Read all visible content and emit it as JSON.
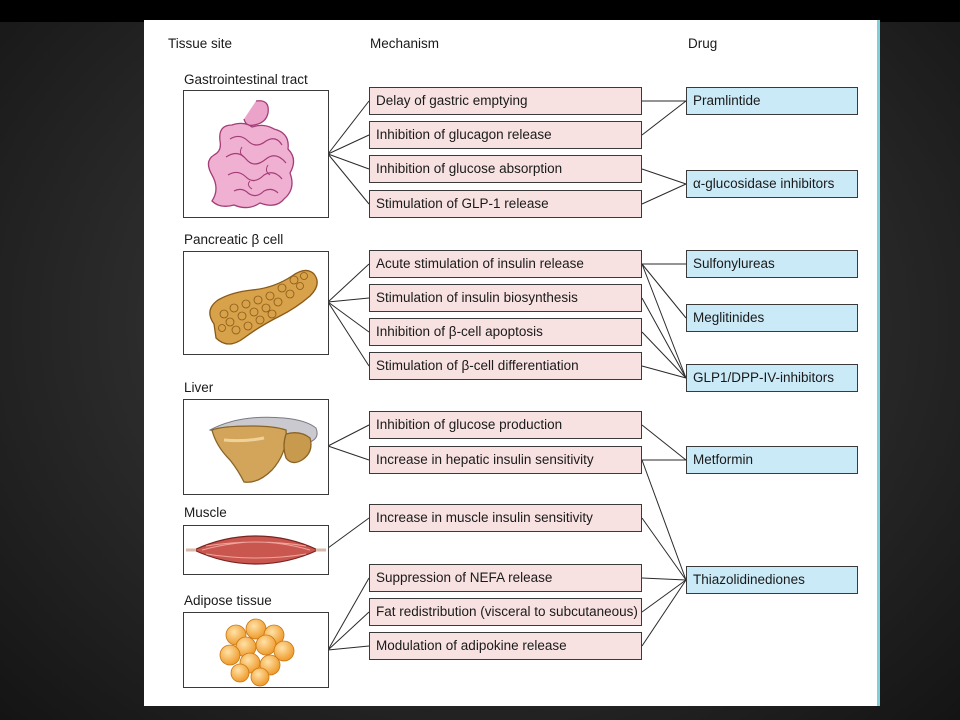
{
  "headers": {
    "tissue": "Tissue site",
    "mechanism": "Mechanism",
    "drug": "Drug"
  },
  "tissues": [
    {
      "label": "Gastrointestinal tract",
      "icon": "intestine-icon"
    },
    {
      "label": "Pancreatic β cell",
      "icon": "pancreas-icon"
    },
    {
      "label": "Liver",
      "icon": "liver-icon"
    },
    {
      "label": "Muscle",
      "icon": "muscle-icon"
    },
    {
      "label": "Adipose tissue",
      "icon": "adipose-icon"
    }
  ],
  "mechanisms": [
    "Delay of gastric emptying",
    "Inhibition of glucagon release",
    "Inhibition of glucose absorption",
    "Stimulation of GLP-1 release",
    "Acute stimulation of insulin release",
    "Stimulation of insulin biosynthesis",
    "Inhibition of β-cell apoptosis",
    "Stimulation of β-cell differentiation",
    "Inhibition of glucose production",
    "Increase in hepatic insulin sensitivity",
    "Increase in muscle insulin sensitivity",
    "Suppression of NEFA release",
    "Fat redistribution (visceral to subcutaneous)",
    "Modulation of adipokine release"
  ],
  "drugs": [
    "Pramlintide",
    "α-glucosidase inhibitors",
    "Sulfonylureas",
    "Meglitinides",
    "GLP1/DPP-IV-inhibitors",
    "Metformin",
    "Thiazolidinediones"
  ],
  "colors": {
    "mechanism_fill": "#f7e2e1",
    "drug_fill": "#cbeaf7",
    "intestine": "#e58fbf",
    "pancreas": "#d8a24a",
    "liver": "#c89a4e",
    "muscle": "#c9574f",
    "adipose": "#f2a93a"
  }
}
